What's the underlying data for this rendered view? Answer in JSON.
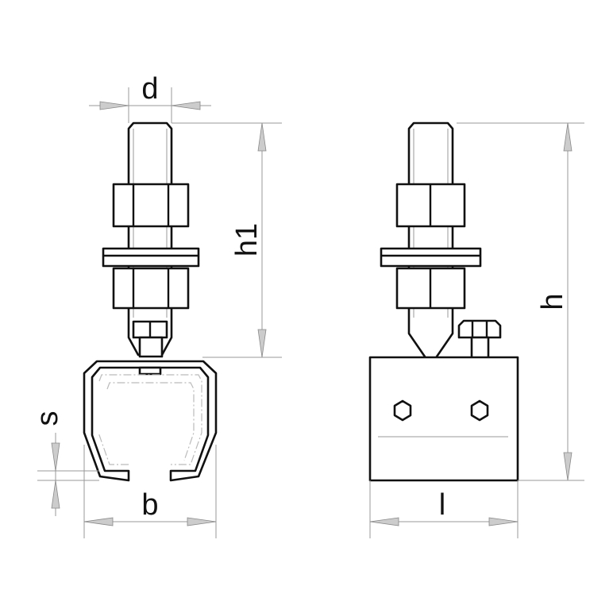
{
  "labels": {
    "d": "d",
    "h1": "h1",
    "s": "s",
    "b": "b",
    "l": "l",
    "h": "h"
  }
}
